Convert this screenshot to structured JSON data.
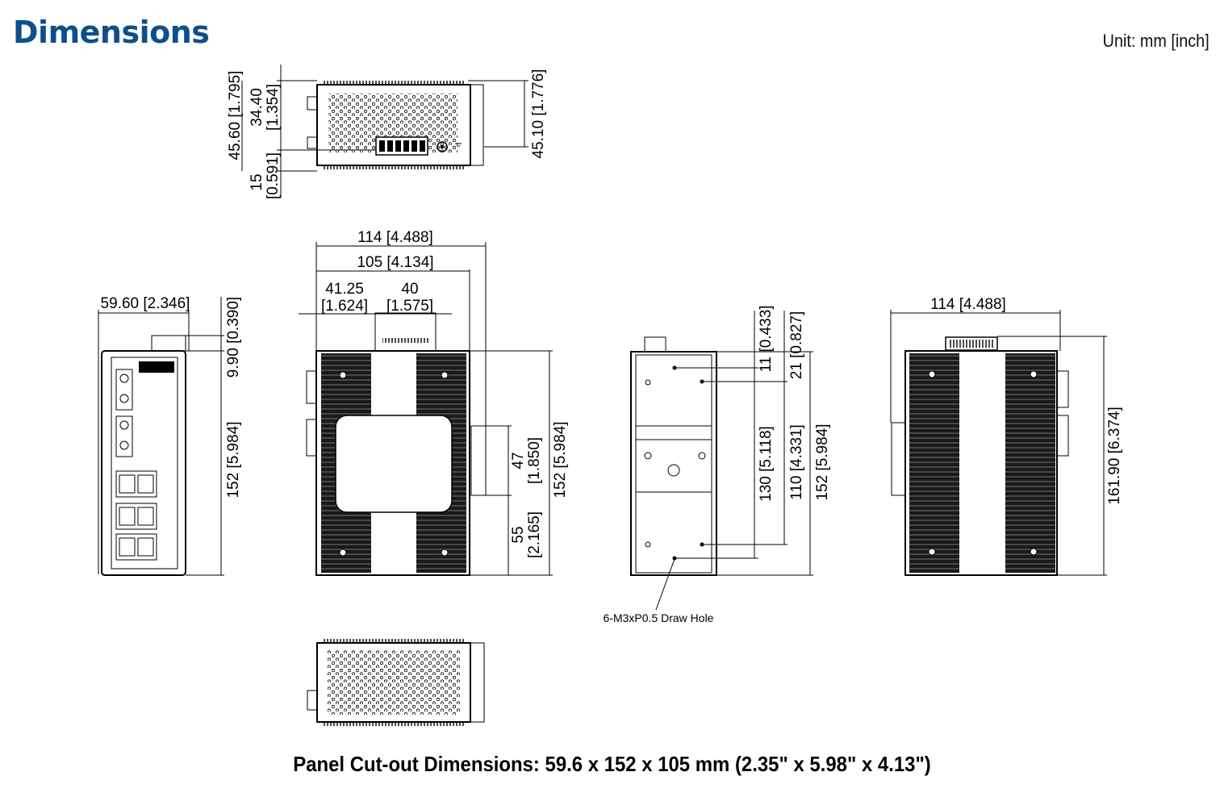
{
  "header": {
    "title": "Dimensions",
    "unit": "Unit: mm [inch]"
  },
  "footer": {
    "panel_cutout": "Panel Cut-out Dimensions: 59.6 x 152 x 105 mm (2.35\" x 5.98\" x 4.13\")"
  },
  "top_view": {
    "dim_height_total": "45.60 [1.795]",
    "dim_upper_a": "34.40",
    "dim_upper_b": "[1.354]",
    "dim_lower_a": "15",
    "dim_lower_b": "[0.591]",
    "dim_right": "45.10 [1.776]"
  },
  "front_view": {
    "dim_width": "59.60 [2.346]",
    "dim_top": "9.90 [0.390]",
    "dim_height": "152 [5.984]"
  },
  "side_view": {
    "dim_overall": "114 [4.488]",
    "dim_depth": "105 [4.134]",
    "dim_offset_a": "41.25",
    "dim_offset_b": "[1.624]",
    "dim_terminal_a": "40",
    "dim_terminal_b": "[1.575]",
    "dim_clip_a": "47",
    "dim_clip_b": "[1.850]",
    "dim_lower_a": "55",
    "dim_lower_b": "[2.165]",
    "dim_height": "152 [5.984]"
  },
  "rear_view": {
    "dim_11": "11 [0.433]",
    "dim_21": "21 [0.827]",
    "dim_130": "130 [5.118]",
    "dim_110": "110 [4.331]",
    "dim_152": "152 [5.984]",
    "hole_label": "6-M3xP0.5 Draw Hole"
  },
  "right_view": {
    "dim_width": "114 [4.488]",
    "dim_height": "161.90 [6.374]"
  }
}
